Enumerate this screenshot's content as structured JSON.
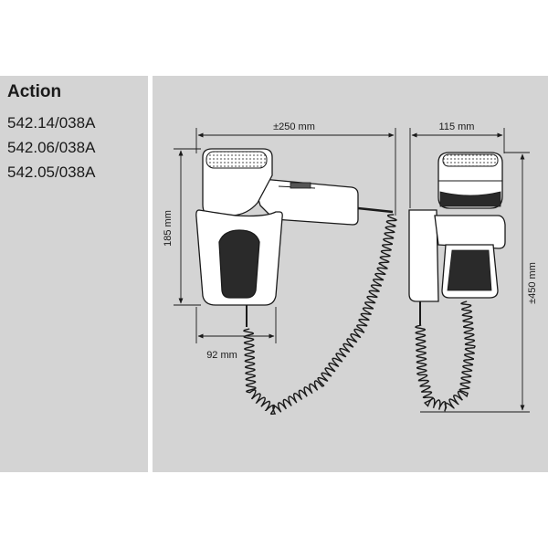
{
  "product": {
    "title": "Action",
    "codes": [
      "542.14/038A",
      "542.06/038A",
      "542.05/038A"
    ]
  },
  "dimensions": {
    "front_width": "±250 mm",
    "front_height": "185 mm",
    "holder_width": "92 mm",
    "side_depth": "115 mm",
    "side_height": "±450 mm"
  },
  "colors": {
    "panel": "#d4d4d4",
    "line": "#1a1a1a",
    "dark_part": "#2a2a2a"
  }
}
